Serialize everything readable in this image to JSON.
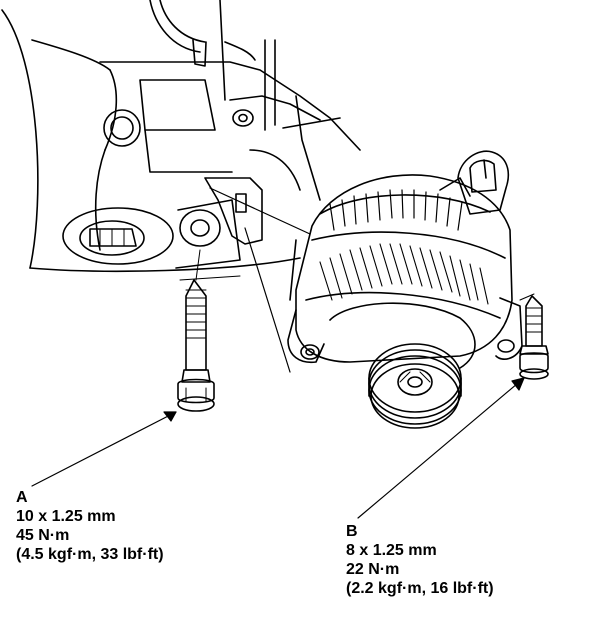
{
  "callouts": {
    "a": {
      "letter": "A",
      "size": "10 x 1.25 mm",
      "torque": "45 N·m",
      "torque_alt": "(4.5 kgf·m, 33 lbf·ft)"
    },
    "b": {
      "letter": "B",
      "size": "8 x 1.25 mm",
      "torque": "22 N·m",
      "torque_alt": "(2.2 kgf·m, 16 lbf·ft)"
    }
  },
  "colors": {
    "line": "#000000",
    "background": "#ffffff"
  }
}
